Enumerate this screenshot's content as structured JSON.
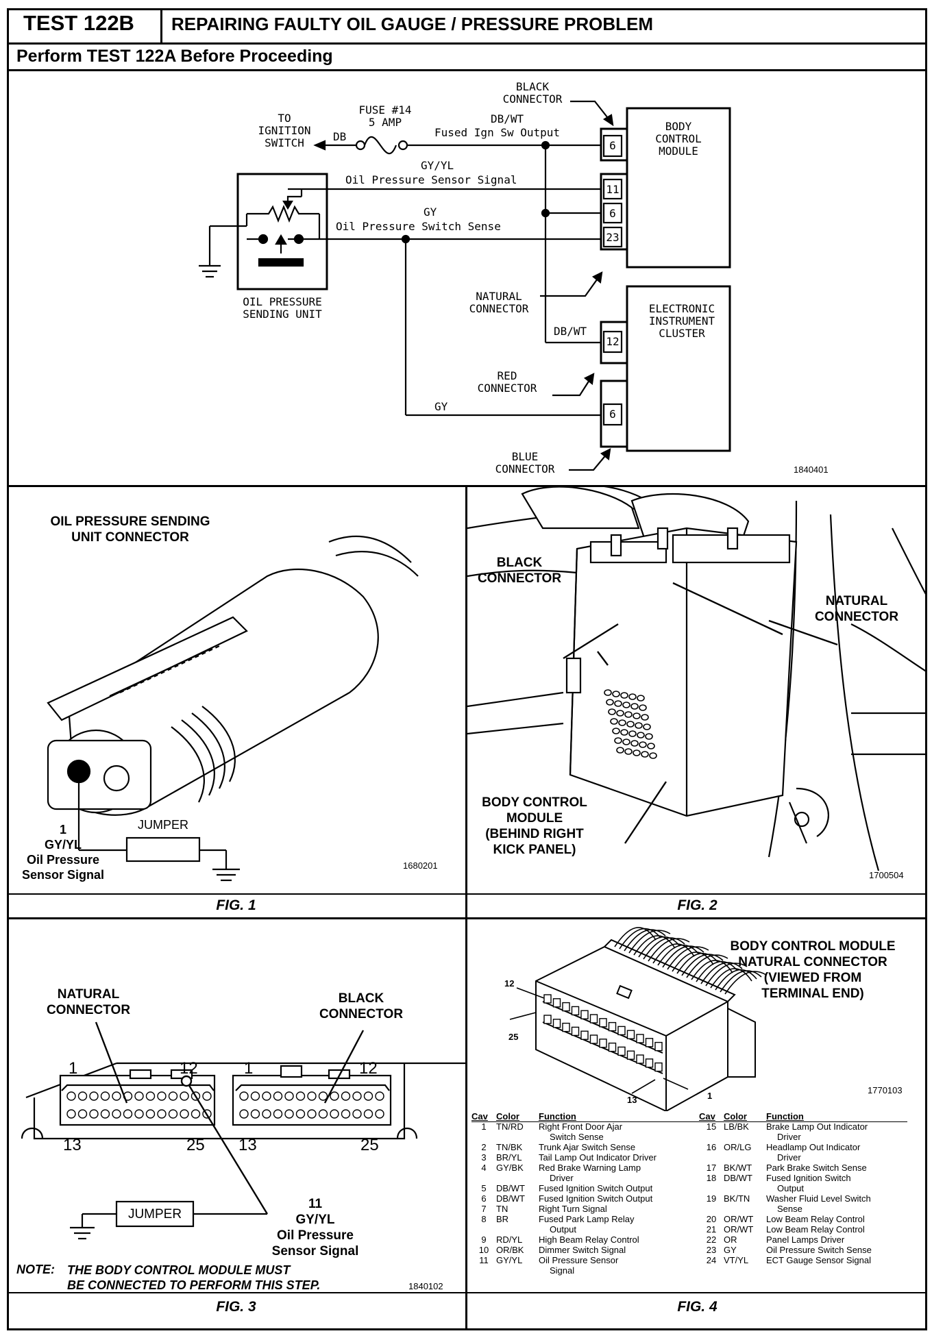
{
  "header": {
    "test_code": "TEST 122B",
    "title": "REPAIRING FAULTY OIL GAUGE / PRESSURE PROBLEM",
    "subtitle": "Perform TEST 122A Before Proceeding"
  },
  "schematic": {
    "to_ignition": [
      "TO",
      "IGNITION",
      "SWITCH"
    ],
    "wire_db": "DB",
    "fuse": [
      "FUSE #14",
      "5 AMP"
    ],
    "black_connector": [
      "BLACK",
      "CONNECTOR"
    ],
    "db_wt": "DB/WT",
    "fused_output": "Fused Ign Sw Output",
    "gy_yl": "GY/YL",
    "sensor_signal": "Oil Pressure Sensor Signal",
    "gy": "GY",
    "switch_sense": "Oil Pressure Switch Sense",
    "bcm": [
      "BODY",
      "CONTROL",
      "MODULE"
    ],
    "bcm_pins": [
      "6",
      "11",
      "6",
      "23"
    ],
    "sending_unit": [
      "OIL PRESSURE",
      "SENDING UNIT"
    ],
    "natural_connector": [
      "NATURAL",
      "CONNECTOR"
    ],
    "db_wt_2": "DB/WT",
    "eic": [
      "ELECTRONIC",
      "INSTRUMENT",
      "CLUSTER"
    ],
    "eic_pin_12": "12",
    "red_connector": [
      "RED",
      "CONNECTOR"
    ],
    "gy_2": "GY",
    "eic_pin_6": "6",
    "blue_connector": [
      "BLUE",
      "CONNECTOR"
    ],
    "ref": "1840401"
  },
  "fig1": {
    "title": [
      "OIL PRESSURE SENDING",
      "UNIT CONNECTOR"
    ],
    "jumper": "JUMPER",
    "pin": "1",
    "color": "GY/YL",
    "signal": [
      "Oil Pressure",
      "Sensor Signal"
    ],
    "ref": "1680201",
    "caption": "FIG. 1"
  },
  "fig2": {
    "black_connector": [
      "BLACK",
      "CONNECTOR"
    ],
    "natural_connector": [
      "NATURAL",
      "CONNECTOR"
    ],
    "bcm": [
      "BODY CONTROL",
      "MODULE",
      "(BEHIND RIGHT",
      "KICK PANEL)"
    ],
    "ref": "1700504",
    "caption": "FIG. 2"
  },
  "fig3": {
    "natural_connector": [
      "NATURAL",
      "CONNECTOR"
    ],
    "black_connector": [
      "BLACK",
      "CONNECTOR"
    ],
    "nums": [
      "1",
      "12",
      "1",
      "12",
      "13",
      "25",
      "13",
      "25"
    ],
    "jumper": "JUMPER",
    "pin": "11",
    "color": "GY/YL",
    "signal": [
      "Oil Pressure",
      "Sensor Signal"
    ],
    "note_label": "NOTE:",
    "note": [
      "THE BODY CONTROL MODULE MUST",
      "BE CONNECTED TO PERFORM THIS STEP."
    ],
    "ref": "1840102",
    "caption": "FIG. 3"
  },
  "fig4": {
    "title": [
      "BODY CONTROL MODULE",
      "NATURAL CONNECTOR",
      "(VIEWED FROM",
      "TERMINAL END)"
    ],
    "pin_labels": [
      "12",
      "25",
      "13",
      "1"
    ],
    "ref": "1770103",
    "headers": [
      "Cav",
      "Color",
      "Function"
    ],
    "left_rows": [
      {
        "cav": "1",
        "color": "TN/RD",
        "func": [
          "Right Front Door Ajar",
          "Switch Sense"
        ]
      },
      {
        "cav": "2",
        "color": "TN/BK",
        "func": [
          "Trunk Ajar Switch Sense"
        ]
      },
      {
        "cav": "3",
        "color": "BR/YL",
        "func": [
          "Tail Lamp Out Indicator Driver"
        ]
      },
      {
        "cav": "4",
        "color": "GY/BK",
        "func": [
          "Red Brake Warning Lamp",
          "Driver"
        ]
      },
      {
        "cav": "5",
        "color": "DB/WT",
        "func": [
          "Fused Ignition Switch Output"
        ]
      },
      {
        "cav": "6",
        "color": "DB/WT",
        "func": [
          "Fused Ignition Switch Output"
        ]
      },
      {
        "cav": "7",
        "color": "TN",
        "func": [
          "Right Turn Signal"
        ]
      },
      {
        "cav": "8",
        "color": "BR",
        "func": [
          "Fused Park Lamp Relay",
          "Output"
        ]
      },
      {
        "cav": "9",
        "color": "RD/YL",
        "func": [
          "High Beam Relay Control"
        ]
      },
      {
        "cav": "10",
        "color": "OR/BK",
        "func": [
          "Dimmer Switch Signal"
        ]
      },
      {
        "cav": "11",
        "color": "GY/YL",
        "func": [
          "Oil Pressure Sensor",
          "Signal"
        ]
      }
    ],
    "right_rows": [
      {
        "cav": "15",
        "color": "LB/BK",
        "func": [
          "Brake Lamp Out Indicator",
          "Driver"
        ]
      },
      {
        "cav": "16",
        "color": "OR/LG",
        "func": [
          "Headlamp Out Indicator",
          "Driver"
        ]
      },
      {
        "cav": "17",
        "color": "BK/WT",
        "func": [
          "Park Brake Switch Sense"
        ]
      },
      {
        "cav": "18",
        "color": "DB/WT",
        "func": [
          "Fused Ignition Switch",
          "Output"
        ]
      },
      {
        "cav": "19",
        "color": "BK/TN",
        "func": [
          "Washer Fluid Level Switch",
          "Sense"
        ]
      },
      {
        "cav": "20",
        "color": "OR/WT",
        "func": [
          "Low Beam Relay Control"
        ]
      },
      {
        "cav": "21",
        "color": "OR/WT",
        "func": [
          "Low Beam Relay Control"
        ]
      },
      {
        "cav": "22",
        "color": "OR",
        "func": [
          "Panel Lamps Driver"
        ]
      },
      {
        "cav": "23",
        "color": "GY",
        "func": [
          "Oil Pressure Switch Sense"
        ]
      },
      {
        "cav": "24",
        "color": "VT/YL",
        "func": [
          "ECT Gauge Sensor Signal"
        ]
      }
    ],
    "caption": "FIG. 4"
  }
}
